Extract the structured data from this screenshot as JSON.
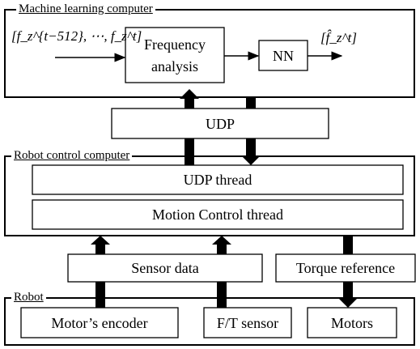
{
  "sections": {
    "ml_computer": "Machine learning computer",
    "robot_control_computer": "Robot control computer",
    "robot": "Robot"
  },
  "blocks": {
    "frequency_analysis_line1": "Frequency",
    "frequency_analysis_line2": "analysis",
    "nn": "NN",
    "udp": "UDP",
    "udp_thread": "UDP thread",
    "motion_control_thread": "Motion Control thread",
    "sensor_data": "Sensor data",
    "torque_reference": "Torque reference",
    "motors_encoder": "Motor’s encoder",
    "ft_sensor": "F/T sensor",
    "motors": "Motors"
  },
  "signals": {
    "input_sequence": "[f_z^{t−512}, ⋯, f_z^t]",
    "output_estimate": "[f̂_z^t]"
  }
}
